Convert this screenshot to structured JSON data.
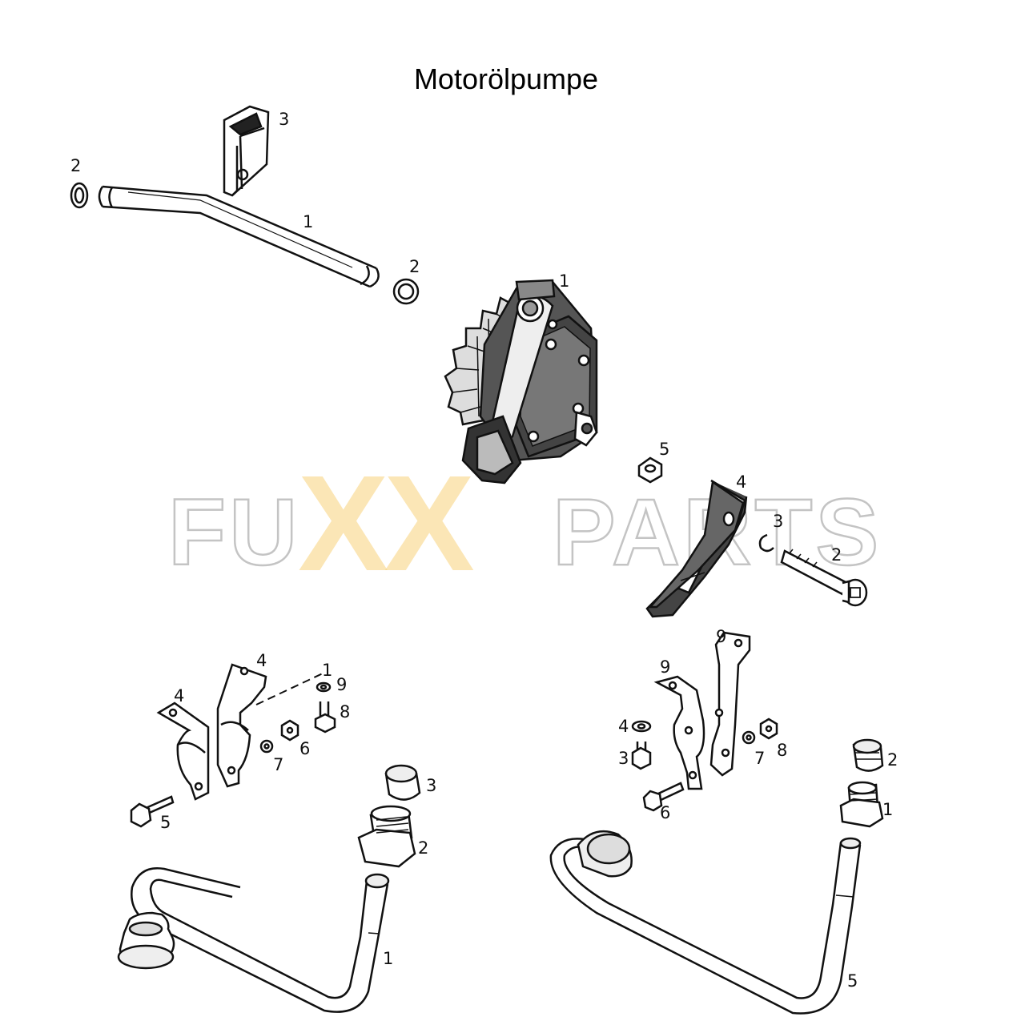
{
  "title": "Motorölpumpe",
  "watermark": {
    "prefix": "FU",
    "xx": "XX",
    "suffix": "PARTS",
    "accent_color": "#f6c84a",
    "outline_color": "#bfbfbf"
  },
  "callouts": {
    "pipe_top": [
      "2",
      "3",
      "1",
      "2"
    ],
    "pump": [
      "1"
    ],
    "bracket_right": [
      "5",
      "4",
      "3",
      "2"
    ],
    "clamp_left": [
      "4",
      "4",
      "1",
      "9",
      "8",
      "6",
      "7",
      "5"
    ],
    "tube_left": [
      "3",
      "2",
      "1"
    ],
    "clamp_right": [
      "9",
      "9",
      "4",
      "3",
      "7",
      "8",
      "6"
    ],
    "tube_right": [
      "2",
      "1",
      "5"
    ]
  }
}
